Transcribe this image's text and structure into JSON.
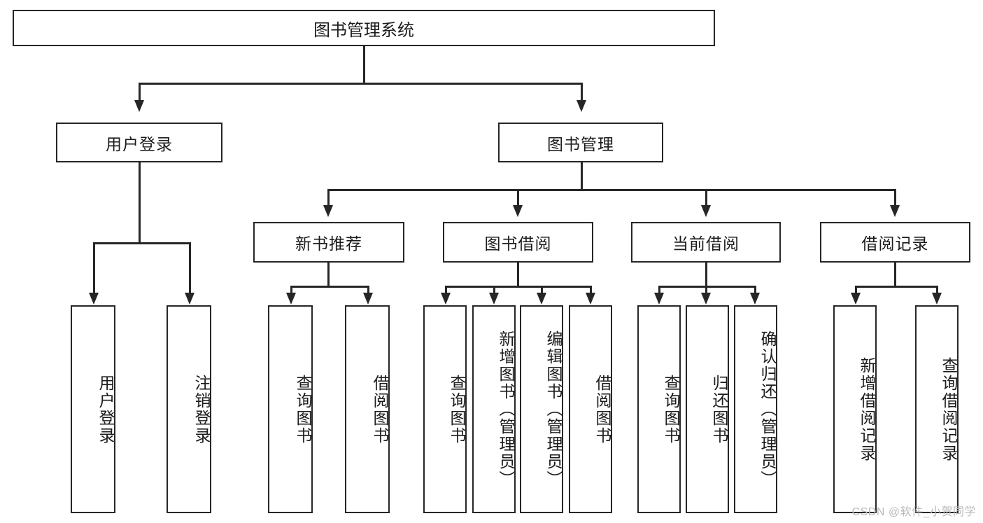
{
  "diagram": {
    "title": "图书管理系统",
    "watermark": "CSDN @软件_小贺同学",
    "colors": {
      "stroke": "#262626",
      "fill": "#ffffff",
      "text": "#1b1b1b",
      "watermark": "#b9b9b9"
    },
    "root": {
      "label": "图书管理系统"
    },
    "level2": [
      {
        "label": "用户登录"
      },
      {
        "label": "图书管理"
      }
    ],
    "level3": [
      {
        "label": "新书推荐"
      },
      {
        "label": "图书借阅"
      },
      {
        "label": "当前借阅"
      },
      {
        "label": "借阅记录"
      }
    ],
    "leaves": {
      "user_login": [
        {
          "label": "用户登录"
        },
        {
          "label": "注销登录"
        }
      ],
      "new_book": [
        {
          "label": "查询图书"
        },
        {
          "label": "借阅图书"
        }
      ],
      "book_borrow": [
        {
          "label": "查询图书"
        },
        {
          "label": "新增图书（管理员）"
        },
        {
          "label": "编辑图书（管理员）"
        },
        {
          "label": "借阅图书"
        }
      ],
      "current_borrow": [
        {
          "label": "查询图书"
        },
        {
          "label": "归还图书"
        },
        {
          "label": "确认归还（管理员）"
        }
      ],
      "borrow_record": [
        {
          "label": "新增借阅记录"
        },
        {
          "label": "查询借阅记录"
        }
      ]
    }
  }
}
